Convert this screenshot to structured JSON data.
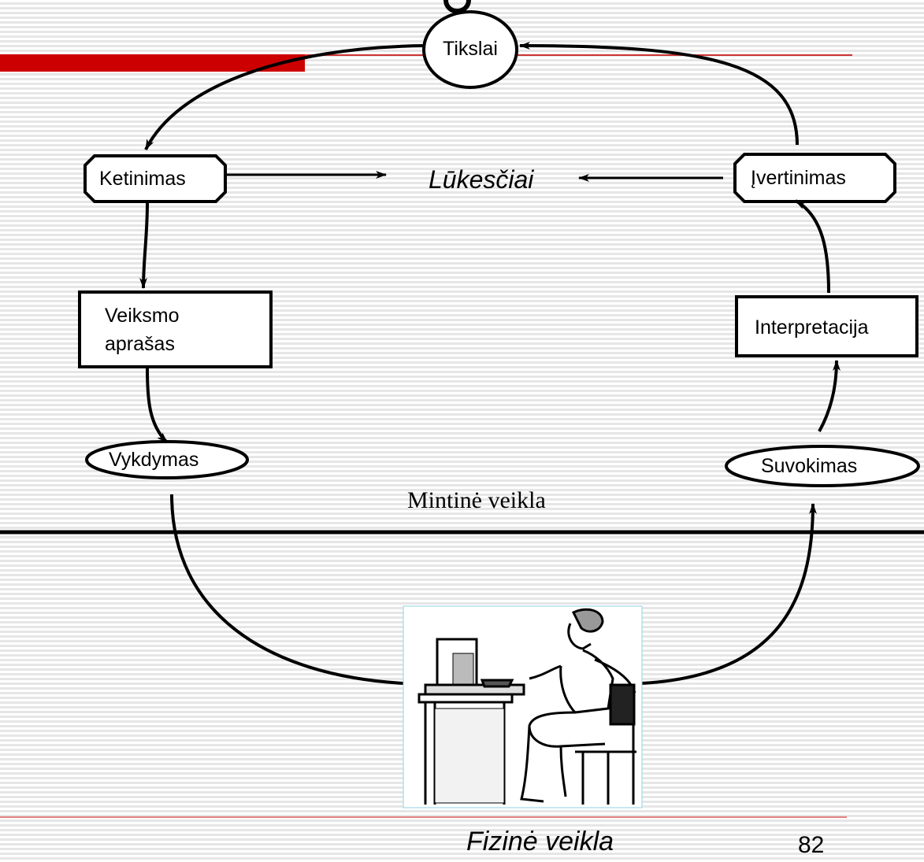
{
  "nodes": {
    "goals": "Tikslai",
    "intention": "Ketinimas",
    "action_spec": [
      "Veiksmo",
      "aprašas"
    ],
    "execution": "Vykdymas",
    "evaluation": "Įvertinimas",
    "interpretation": "Interpretacija",
    "perception": "Suvokimas"
  },
  "center_label": "Lūkesčiai",
  "mental_label": "Mintinė veikla",
  "physical_label": "Fizinė veikla",
  "page_number": "82",
  "colors": {
    "accent_bar": "#cc0000",
    "rule_line": "#cc3333",
    "ink": "#000000"
  },
  "image": "person-at-computer-illustration"
}
